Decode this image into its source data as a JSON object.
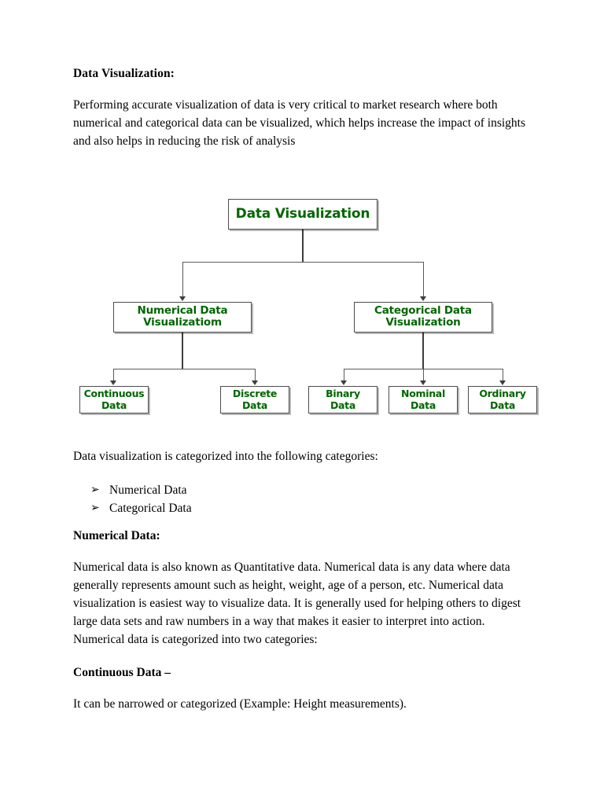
{
  "document": {
    "heading": "Data Visualization:",
    "intro_paragraph": "Performing accurate visualization of data is very critical to market research where both numerical and categorical data can be visualized, which helps increase the impact of insights and also helps in reducing the risk of analysis",
    "categories_intro": "Data visualization is categorized into the following categories:",
    "category_list": [
      {
        "bullet": "➢",
        "label": "Numerical Data"
      },
      {
        "bullet": "➢",
        "label": "Categorical Data"
      }
    ],
    "numerical_heading": "Numerical Data:",
    "numerical_paragraph": "Numerical data is also known as Quantitative data. Numerical data is any data where data generally represents amount such as height, weight, age of a person, etc. Numerical data visualization is easiest way to visualize data. It is generally used for helping others to digest large data sets and raw numbers in a way that makes it easier to interpret into action. Numerical data is categorized into two categories:",
    "continuous_heading": "Continuous Data –",
    "continuous_paragraph": "It can be narrowed or categorized (Example: Height measurements)."
  },
  "diagram": {
    "title": "Data Visualization hierarchy tree",
    "node_text_color": "#006600",
    "node_border_color": "#4d4d4d",
    "connector_color": "#5a5a5a",
    "root": {
      "line1": "Data Visualization"
    },
    "level2": [
      {
        "line1": "Numerical Data",
        "line2": "Visualizatiom"
      },
      {
        "line1": "Categorical Data",
        "line2": "Visualization"
      }
    ],
    "level3": [
      {
        "line1": "Continuous",
        "line2": "Data"
      },
      {
        "line1": "Discrete",
        "line2": "Data"
      },
      {
        "line1": "Binary",
        "line2": "Data"
      },
      {
        "line1": "Nominal",
        "line2": "Data"
      },
      {
        "line1": "Ordinary",
        "line2": "Data"
      }
    ]
  }
}
